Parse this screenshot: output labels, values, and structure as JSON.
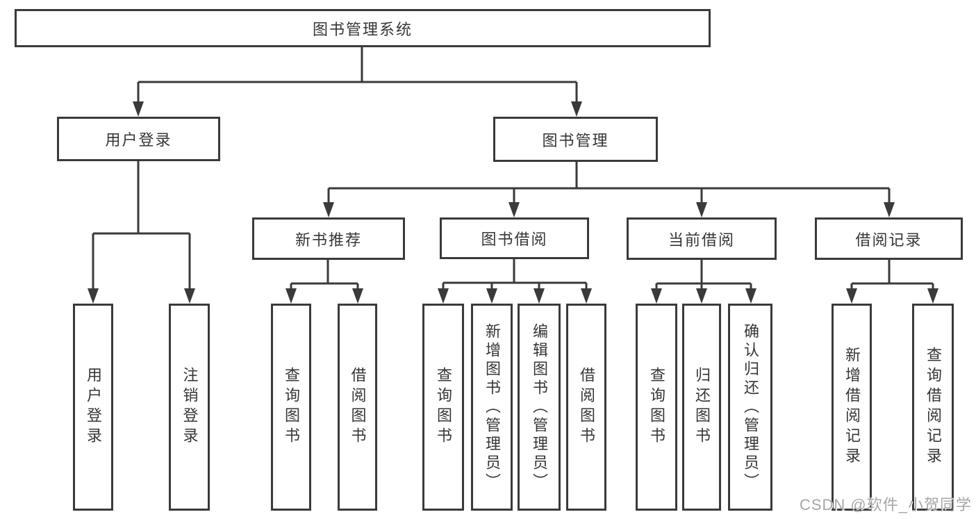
{
  "colors": {
    "line": "#3a3a3a",
    "text": "#363636",
    "box_bg": "#ffffff",
    "watermark": "#a6a6a6"
  },
  "nodes": {
    "root": "图书管理系统",
    "user_login": "用户登录",
    "book_mgmt": "图书管理",
    "new_book_rec": "新书推荐",
    "book_borrow": "图书借阅",
    "current_borrow": "当前借阅",
    "borrow_record": "借阅记录",
    "leaves": {
      "user_login": "用户登录",
      "logout": "注销登录",
      "rec_query_book": "查询图书",
      "rec_borrow_book": "借阅图书",
      "bor_query_book": "查询图书",
      "bor_add_book": "新增图书（管理员）",
      "bor_edit_book": "编辑图书（管理员）",
      "bor_borrow_book": "借阅图书",
      "cur_query_book": "查询图书",
      "cur_return_book": "归还图书",
      "cur_confirm_return": "确认归还（管理员）",
      "log_add_record": "新增借阅记录",
      "log_query_record": "查询借阅记录"
    }
  },
  "hierarchy": {
    "图书管理系统": {
      "用户登录": [
        "用户登录",
        "注销登录"
      ],
      "图书管理": {
        "新书推荐": [
          "查询图书",
          "借阅图书"
        ],
        "图书借阅": [
          "查询图书",
          "新增图书（管理员）",
          "编辑图书（管理员）",
          "借阅图书"
        ],
        "当前借阅": [
          "查询图书",
          "归还图书",
          "确认归还（管理员）"
        ],
        "借阅记录": [
          "新增借阅记录",
          "查询借阅记录"
        ]
      }
    }
  },
  "watermark": "CSDN @软件_小贺同学"
}
